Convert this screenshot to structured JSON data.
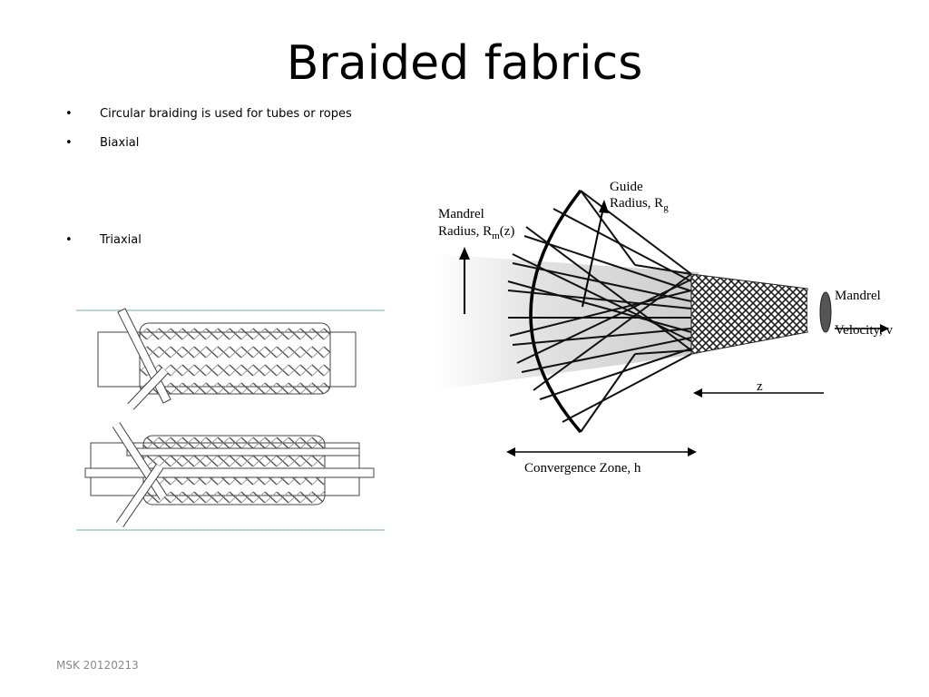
{
  "slide": {
    "title": "Braided fabrics",
    "bullets": [
      "Circular braiding is used for tubes or ropes",
      "Biaxial",
      "Triaxial"
    ],
    "bullet_symbol": "•",
    "footer": "MSK 20120213"
  },
  "diagram": {
    "guide_label_1": "Guide",
    "guide_label_2": "Radius, R",
    "guide_sub": "g",
    "mandrel_radius_1": "Mandrel",
    "mandrel_radius_2": "Radius, R",
    "mandrel_radius_sub": "m",
    "mandrel_radius_tail": "(z)",
    "mandrel_velocity_1": "Mandrel",
    "mandrel_velocity_2": "Velocity, v",
    "z_label": "z",
    "convergence_label": "Convergence Zone, h"
  }
}
